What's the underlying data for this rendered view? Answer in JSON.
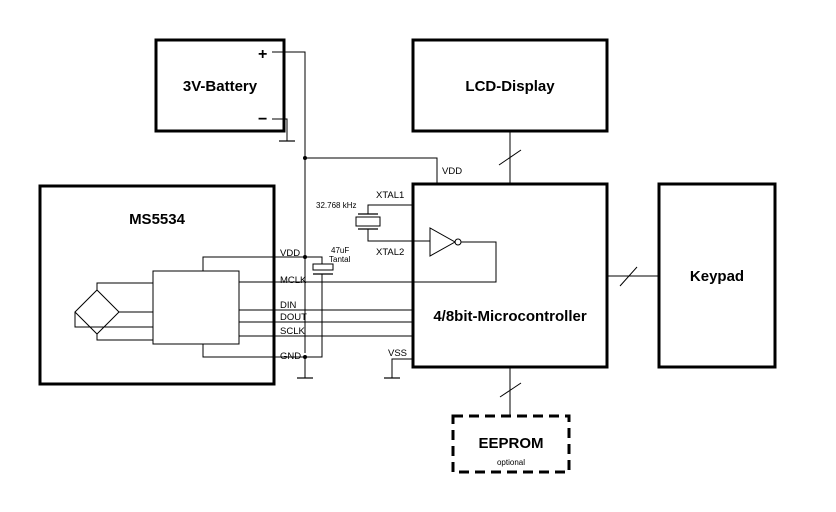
{
  "blocks": {
    "battery": "3V-Battery",
    "battery_plus": "+",
    "battery_minus": "−",
    "lcd": "LCD-Display",
    "ms5534": "MS5534",
    "mcu": "4/8bit-Microcontroller",
    "keypad": "Keypad",
    "eeprom": "EEPROM",
    "eeprom_sub": "optional"
  },
  "pins": {
    "vdd_mcu": "VDD",
    "xtal1": "XTAL1",
    "xtal2": "XTAL2",
    "crystal": "32.768 kHz",
    "vdd_sensor": "VDD",
    "mclk": "MCLK",
    "din": "DIN",
    "dout": "DOUT",
    "sclk": "SCLK",
    "gnd": "GND",
    "vss": "VSS",
    "cap_value": "47uF",
    "cap_type": "Tantal"
  }
}
